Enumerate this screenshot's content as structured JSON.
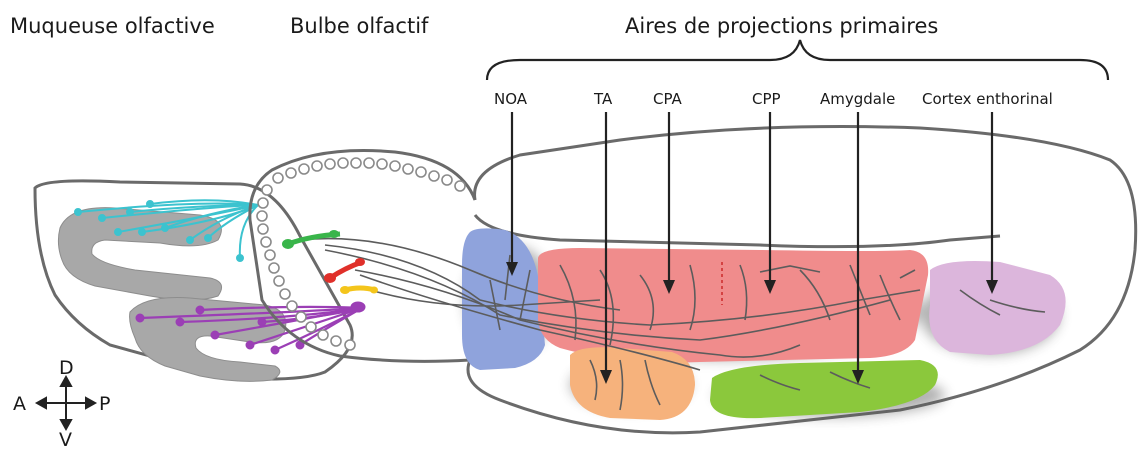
{
  "headers": {
    "mucosa": "Muqueuse olfactive",
    "bulb": "Bulbe olfactif",
    "projections": "Aires de projections primaires"
  },
  "areas": [
    {
      "label": "NOA",
      "color": "#8fa3dc"
    },
    {
      "label": "TA",
      "color": "#f6b27c"
    },
    {
      "label": "CPA",
      "color": "#f08c8c"
    },
    {
      "label": "CPP",
      "color": "#f08c8c"
    },
    {
      "label": "Amygdale",
      "color": "#8bc83c"
    },
    {
      "label": "Cortex enthorinal",
      "color": "#dcb6dc"
    }
  ],
  "axes": {
    "up": "D",
    "left": "A",
    "right": "P",
    "down": "V"
  },
  "colors": {
    "cyan_neurons": "#3cc3cf",
    "purple_neurons": "#9b3fb5",
    "green_cell": "#39b54a",
    "red_cell": "#e0302a",
    "yellow_cell": "#f4c51b",
    "turbinates": "#a8a8a8",
    "outline": "#6a6a6a"
  }
}
